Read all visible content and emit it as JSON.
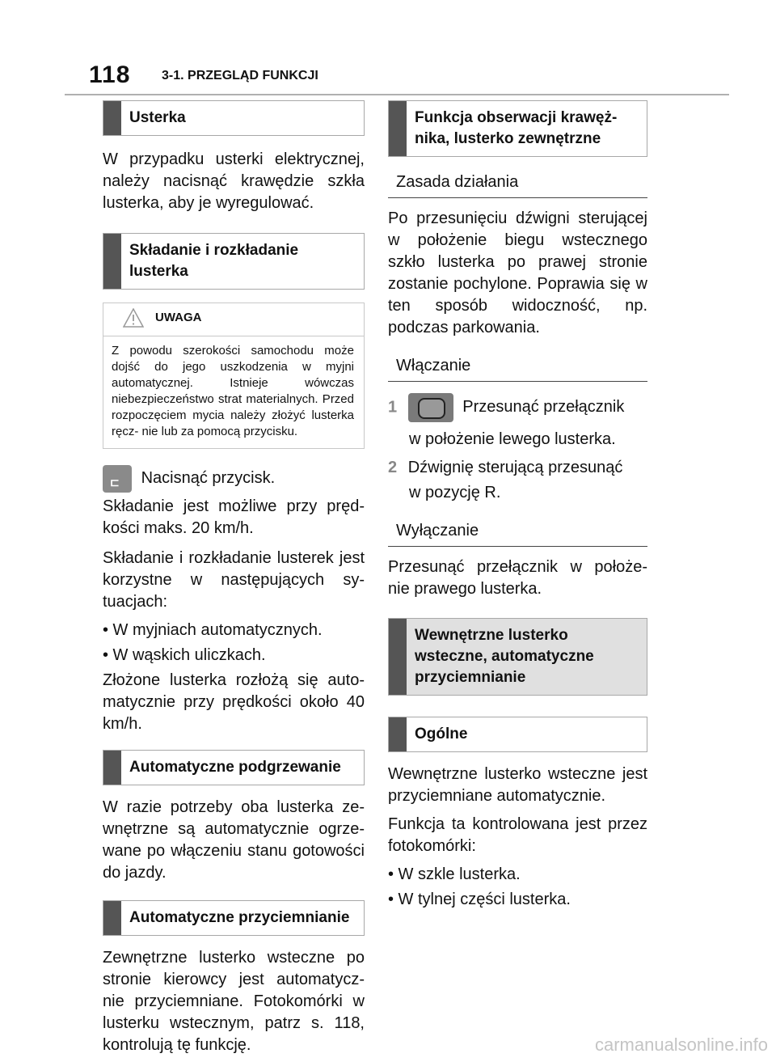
{
  "header": {
    "page_number": "118",
    "section": "3-1. PRZEGLĄD FUNKCJI"
  },
  "left": {
    "h_usterka": "Usterka",
    "p_usterka": "W przypadku usterki elektrycznej, należy nacisnąć krawędzie szkła lusterka, aby je wyregulować.",
    "h_skladanie": "Składanie i rozkładanie lusterka",
    "warning": {
      "title": "UWAGA",
      "body": "Z powodu szerokości samochodu może dojść do jego uszkodzenia w myjni automatycznej. Istnieje wówczas niebezpieczeństwo strat materialnych. Przed rozpoczęciem mycia należy złożyć lusterka ręcz- nie lub za pomocą przycisku."
    },
    "press_button": "Nacisnąć przycisk.",
    "p_speed": "Składanie jest możliwe przy pręd- kości maks. 20 km/h.",
    "p_useful": "Składanie i rozkładanie lusterek jest korzystne w następujących sy- tuacjach:",
    "bullet1": "• W myjniach automatycznych.",
    "bullet2": "• W wąskich uliczkach.",
    "p_auto_unfold": "Złożone lusterka rozłożą się auto- matycznie przy prędkości około 40 km/h.",
    "h_heating": "Automatyczne podgrzewanie",
    "p_heating": "W razie potrzeby oba lusterka ze- wnętrzne są automatycznie ogrze- wane po włączeniu stanu gotowości do jazdy.",
    "h_dimming": "Automatyczne przyciemnianie",
    "p_dimming": "Zewnętrzne lusterko wsteczne po stronie kierowcy jest automatycz- nie przyciemniane. Fotokomórki w lusterku wstecznym, patrz s. 118, kontrolują tę funkcję."
  },
  "right": {
    "h_curb": "Funkcja obserwacji krawęż- nika, lusterko zewnętrzne",
    "sub_principle": "Zasada działania",
    "p_principle": "Po przesunięciu dźwigni sterującej w położenie biegu wstecznego szkło lusterka po prawej stronie zostanie pochylone. Poprawia się w ten sposób widoczność, np. podczas parkowania.",
    "sub_on": "Włączanie",
    "step1_num": "1",
    "step1_a": "Przesunąć przełącznik",
    "step1_b": "w położenie lewego lusterka.",
    "step2_num": "2",
    "step2_a": "Dźwignię sterującą przesunąć",
    "step2_b": "w pozycję R.",
    "sub_off": "Wyłączanie",
    "p_off": "Przesunąć przełącznik w położe- nie prawego lusterka.",
    "h_inner": "Wewnętrzne lusterko wsteczne, automatyczne przyciemnianie",
    "h_general": "Ogólne",
    "p_general1": "Wewnętrzne lusterko wsteczne jest przyciemniane automatycznie.",
    "p_general2": "Funkcja ta kontrolowana jest przez fotokomórki:",
    "bullet1": "• W szkle lusterka.",
    "bullet2": "• W tylnej części lusterka."
  },
  "watermark": "carmanualsonline.info"
}
